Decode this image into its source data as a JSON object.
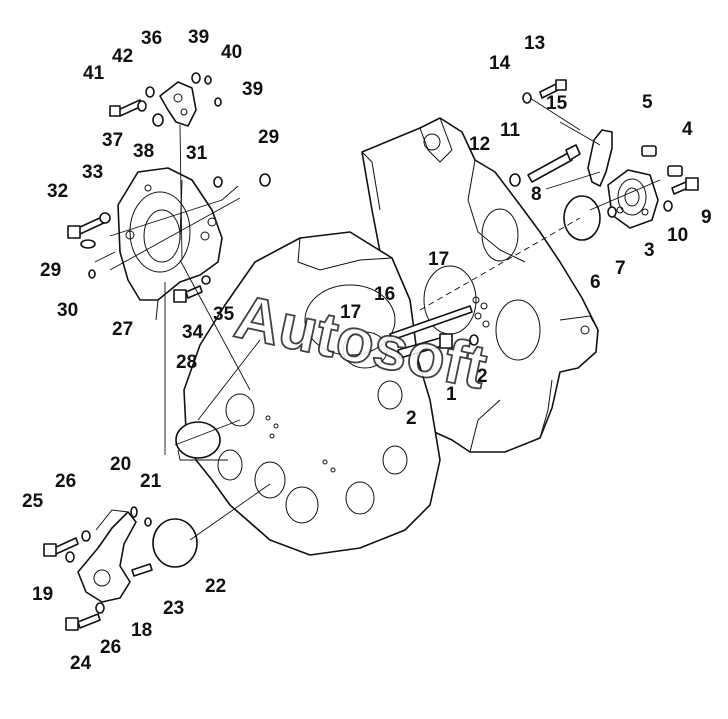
{
  "diagram": {
    "watermark": "Autosoft",
    "callouts": [
      "1",
      "2",
      "2",
      "3",
      "4",
      "5",
      "6",
      "7",
      "8",
      "9",
      "10",
      "11",
      "12",
      "13",
      "14",
      "15",
      "16",
      "17",
      "17",
      "18",
      "19",
      "20",
      "21",
      "22",
      "23",
      "24",
      "25",
      "26",
      "26",
      "27",
      "28",
      "29",
      "29",
      "30",
      "31",
      "32",
      "33",
      "34",
      "35",
      "36",
      "37",
      "38",
      "39",
      "39",
      "40",
      "41",
      "42"
    ]
  }
}
